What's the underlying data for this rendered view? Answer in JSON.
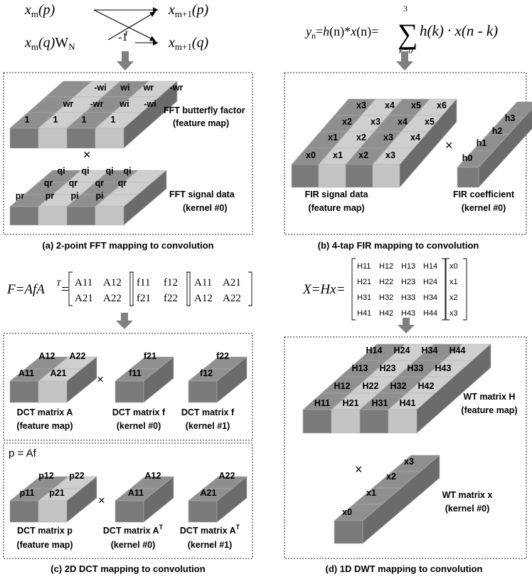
{
  "panel_a": {
    "eq": {
      "xp": "x",
      "xp_sub": "m",
      "xp_arg": "(p)",
      "xq": "x",
      "xq_sub": "m",
      "xq_arg": "(q)",
      "w": "W",
      "w_sub": "N",
      "w_sup": "r",
      "yp": "x",
      "yp_sub": "m+1",
      "yp_arg": "(p)",
      "yq": "x",
      "yq_sub": "m+1",
      "yq_arg": "(q)",
      "minus": "-1"
    },
    "feature_rows": [
      [
        "-wi",
        "wi",
        "wr",
        "-wr"
      ],
      [
        "wr",
        "-wr",
        "wi",
        "-wi"
      ],
      [
        "1",
        "1",
        "1",
        "1"
      ]
    ],
    "feature_label": [
      "FFT butterfly factor",
      "(feature map)"
    ],
    "times": "×",
    "kernel_rows": [
      [
        "qi",
        "qi",
        "qi",
        "qi"
      ],
      [
        "qr",
        "qr",
        "qr",
        "qr"
      ],
      [
        "pr",
        "pr",
        "pi",
        "pi"
      ]
    ],
    "kernel_label": [
      "FFT signal data",
      "(kernel #0)"
    ],
    "caption": "(a) 2-point FFT mapping to convolution"
  },
  "panel_b": {
    "eq": {
      "y": "y",
      "y_sub": "n",
      "eq1": "=",
      "h": "h",
      "n1": "(n)*",
      "x": "x",
      "n2": "(n)=",
      "sum": "∑",
      "top": "3",
      "bottom": "k=0",
      "tail": "h(k) · x(n - k)"
    },
    "signal_rows": [
      [
        "x3",
        "x4",
        "x5",
        "x6"
      ],
      [
        "x2",
        "x3",
        "x4",
        "x5"
      ],
      [
        "x1",
        "x2",
        "x3",
        "x4"
      ],
      [
        "x0",
        "x1",
        "x2",
        "x3"
      ]
    ],
    "signal_label": [
      "FIR signal data",
      "(feature map)"
    ],
    "times": "×",
    "coef": [
      "h0",
      "h1",
      "h2",
      "h3"
    ],
    "coef_label": [
      "FIR coefficient",
      "(kernel #0)"
    ],
    "caption": "(b) 4-tap FIR mapping to convolution"
  },
  "panel_c": {
    "eq": {
      "lhs": "F=AfA",
      "sup": "T",
      "eqs": "=",
      "m1": [
        [
          "A11",
          "A12"
        ],
        [
          "A21",
          "A22"
        ]
      ],
      "m2": [
        [
          "f11",
          "f12"
        ],
        [
          "f21",
          "f22"
        ]
      ],
      "m3": [
        [
          "A11",
          "A21"
        ],
        [
          "A12",
          "A22"
        ]
      ]
    },
    "row1": {
      "A": {
        "top": [
          "A12",
          "A22"
        ],
        "front": [
          "A11",
          "A21"
        ],
        "label": [
          "DCT matrix A",
          "(feature map)"
        ]
      },
      "f0": {
        "top": "f21",
        "front": "f11",
        "label": [
          "DCT matrix f",
          "(kernel #0)"
        ]
      },
      "f1": {
        "top": "f22",
        "front": "f12",
        "label": [
          "DCT matrix f",
          "(kernel #1)"
        ]
      }
    },
    "p_eq": "p = Af",
    "row2": {
      "p": {
        "top": [
          "p12",
          "p22"
        ],
        "front": [
          "p11",
          "p21"
        ],
        "label": [
          "DCT matrix p",
          "(feature map)"
        ]
      },
      "k0": {
        "top": "A12",
        "front": "A11",
        "label": [
          "DCT matrix A",
          "(kernel #0)"
        ],
        "sup": "T"
      },
      "k1": {
        "top": "A22",
        "front": "A21",
        "label": [
          "DCT matrix A",
          "(kernel #1)"
        ],
        "sup": "T"
      }
    },
    "times": "×",
    "caption": "(c) 2D DCT mapping to convolution"
  },
  "panel_d": {
    "eq": {
      "lhs": "X=Hx=",
      "H": [
        [
          "H11",
          "H12",
          "H13",
          "H14"
        ],
        [
          "H21",
          "H22",
          "H23",
          "H24"
        ],
        [
          "H31",
          "H32",
          "H33",
          "H34"
        ],
        [
          "H41",
          "H42",
          "H43",
          "H44"
        ]
      ],
      "x": [
        "x0",
        "x1",
        "x2",
        "x3"
      ]
    },
    "matrix_rows": [
      [
        "H14",
        "H24",
        "H34",
        "H44"
      ],
      [
        "H13",
        "H23",
        "H33",
        "H43"
      ],
      [
        "H12",
        "H22",
        "H32",
        "H42"
      ],
      [
        "H11",
        "H21",
        "H31",
        "H41"
      ]
    ],
    "matrix_label": [
      "WT matrix H",
      "(feature map)"
    ],
    "times": "×",
    "vector": [
      "x0",
      "x1",
      "x2",
      "x3"
    ],
    "vector_label": [
      "WT matrix x",
      "(kernel #0)"
    ],
    "caption": "(d) 1D DWT mapping to convolution"
  }
}
